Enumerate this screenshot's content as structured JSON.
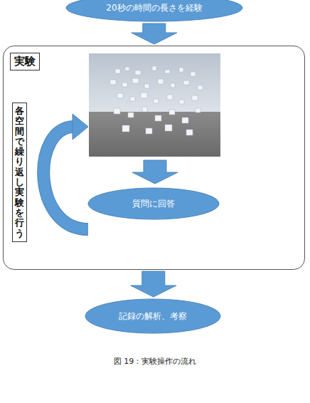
{
  "diagram": {
    "caption": "図 19：実験操作の流れ",
    "nodes": [
      {
        "text": [
          "20秒の時間の長さを経験"
        ]
      },
      {
        "text": [
          "実験"
        ]
      },
      {
        "text": [
          "各空間で繰り返し実験を行う"
        ],
        "in": 1
      },
      {
        "text": [
          "質問に回答"
        ],
        "in": 1
      },
      {
        "text": [
          "記録の解析、考察"
        ]
      }
    ],
    "edges": [
      {
        "from": 0,
        "to": 1,
        "arrow": "to"
      },
      {
        "from": 1,
        "to": 4,
        "arrow": "to"
      }
    ]
  }
}
